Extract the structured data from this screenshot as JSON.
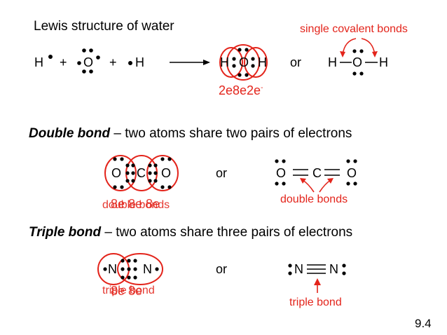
{
  "slide": {
    "title": "Lewis structure of water",
    "page_number": "9.4",
    "water": {
      "annotation": "single covalent bonds",
      "reactant_h1": "H",
      "plus1": "+",
      "reactant_o": "O",
      "plus2": "+",
      "reactant_h2": "H",
      "product_h1": "H",
      "product_o": "O",
      "product_h2": "H",
      "or": "or",
      "struct_h1": "H",
      "struct_o": "O",
      "struct_h2": "H",
      "electron_count": "2e8e2e",
      "electron_count_sup": "-"
    },
    "double": {
      "term": "Double bond",
      "description": " – two atoms share two pairs of electrons",
      "left_o": "O",
      "center_c": "C",
      "right_o": "O",
      "overlap_label_a": "8e 8e 8e",
      "overlap_label_b": "double bonds",
      "or": "or",
      "struct_o1": "O",
      "struct_c": "C",
      "struct_o2": "O",
      "annotation": "double bonds"
    },
    "triple": {
      "term": "Triple bond",
      "description": " – two atoms share three pairs of electrons",
      "left_n": "N",
      "right_n": "N",
      "overlap_label_a": "8e 8e",
      "overlap_label_b": "triple bond",
      "or": "or",
      "struct_n1": "N",
      "struct_n2": "N",
      "annotation": "triple bond"
    }
  },
  "colors": {
    "text": "#000000",
    "accent": "#e3241b"
  }
}
